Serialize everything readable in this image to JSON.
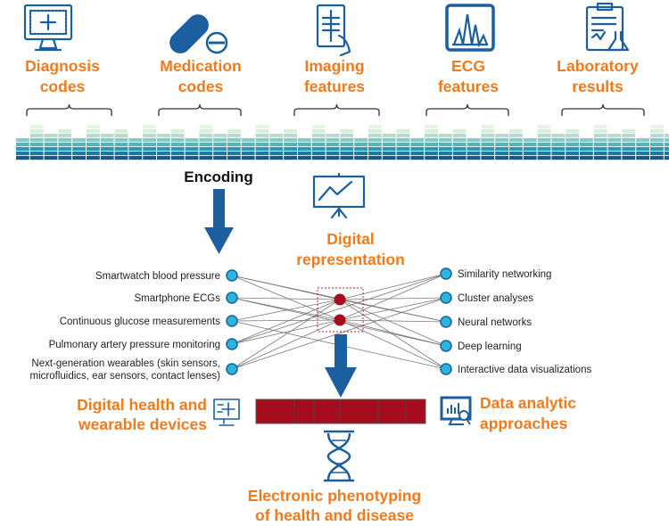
{
  "sources": [
    {
      "line1": "Diagnosis",
      "line2": "codes",
      "icon": "monitor-medical-icon"
    },
    {
      "line1": "Medication",
      "line2": "codes",
      "icon": "pill-icon"
    },
    {
      "line1": "Imaging",
      "line2": "features",
      "icon": "xray-icon"
    },
    {
      "line1": "ECG",
      "line2": "features",
      "icon": "ecg-icon"
    },
    {
      "line1": "Laboratory",
      "line2": "results",
      "icon": "lab-clipboard-icon"
    }
  ],
  "encoding_label": "Encoding",
  "digital_representation": {
    "line1": "Digital",
    "line2": "representation"
  },
  "left_items": [
    "Smartwatch blood pressure",
    "Smartphone ECGs",
    "Continuous glucose measurements",
    "Pulmonary artery pressure monitoring",
    "Next-generation wearables (skin sensors,",
    "microfluidics, ear sensors, contact lenses)"
  ],
  "right_items": [
    "Similarity networking",
    "Cluster analyses",
    "Neural networks",
    "Deep learning",
    "Interactive data visualizations"
  ],
  "digital_health": {
    "line1": "Digital health and",
    "line2": "wearable devices"
  },
  "data_analytic": {
    "line1": "Data analytic",
    "line2": "approaches"
  },
  "phenotyping": {
    "line1": "Electronic phenotyping",
    "line2": "of health and disease"
  },
  "colors": {
    "orange": "#f07a1c",
    "blue": "#1b5f9e",
    "red": "#a50d1e",
    "node": "#29b5e0"
  }
}
